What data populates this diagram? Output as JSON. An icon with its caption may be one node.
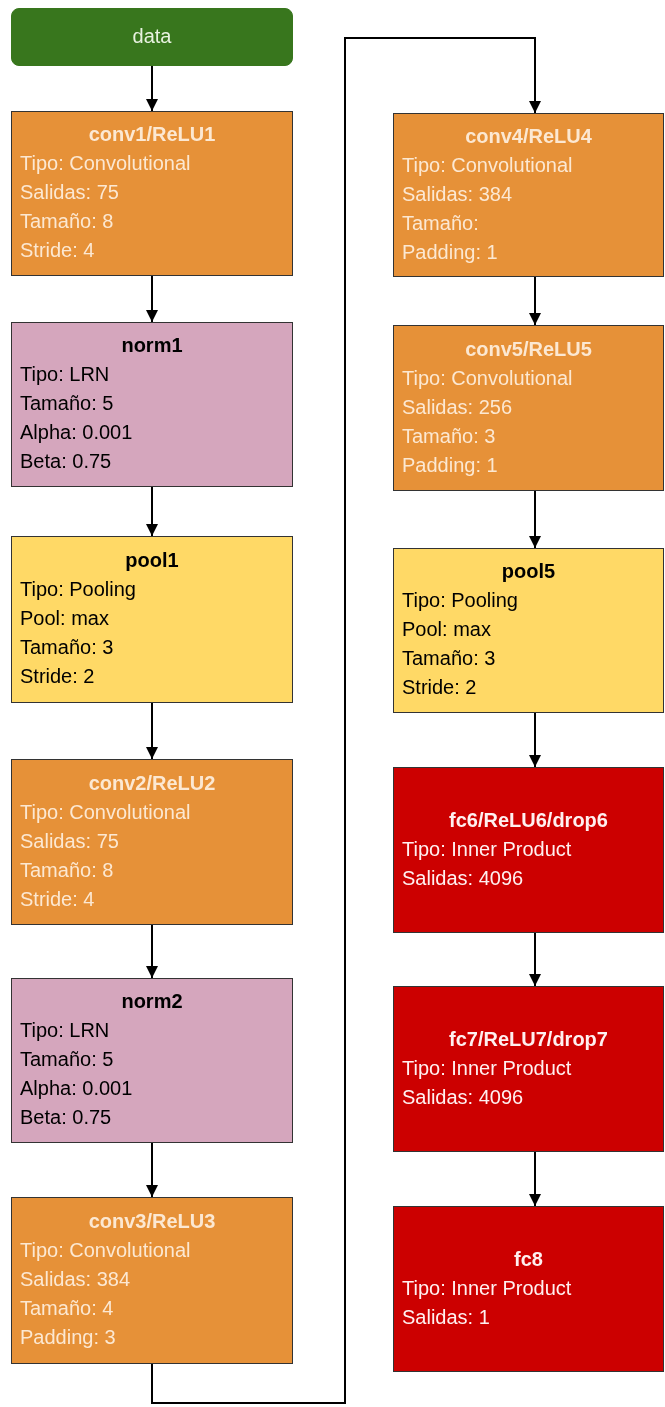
{
  "diagram": {
    "nodes": [
      {
        "text": [
          "data"
        ]
      },
      {
        "text": [
          "conv1/ReLU1",
          "Tipo: Convolutional",
          "Salidas: 75",
          "Tamaño: 8",
          "Stride: 4"
        ]
      },
      {
        "text": [
          "norm1",
          "Tipo: LRN",
          "Tamaño: 5",
          "Alpha: 0.001",
          "Beta: 0.75"
        ]
      },
      {
        "text": [
          "pool1",
          "Tipo: Pooling",
          "Pool: max",
          "Tamaño: 3",
          "Stride: 2"
        ]
      },
      {
        "text": [
          "conv2/ReLU2",
          "Tipo: Convolutional",
          "Salidas: 75",
          "Tamaño: 8",
          "Stride: 4"
        ]
      },
      {
        "text": [
          "norm2",
          "Tipo: LRN",
          "Tamaño: 5",
          "Alpha: 0.001",
          "Beta: 0.75"
        ]
      },
      {
        "text": [
          "conv3/ReLU3",
          "Tipo: Convolutional",
          "Salidas: 384",
          "Tamaño: 4",
          "Padding: 3"
        ]
      },
      {
        "text": [
          "conv4/ReLU4",
          "Tipo: Convolutional",
          "Salidas: 384",
          "Tamaño:",
          "Padding: 1"
        ]
      },
      {
        "text": [
          "conv5/ReLU5",
          "Tipo: Convolutional",
          "Salidas: 256",
          "Tamaño: 3",
          "Padding: 1"
        ]
      },
      {
        "text": [
          "pool5",
          "Tipo: Pooling",
          "Pool: max",
          "Tamaño: 3",
          "Stride: 2"
        ]
      },
      {
        "text": [
          "fc6/ReLU6/drop6",
          "Tipo: Inner Product",
          "Salidas: 4096"
        ]
      },
      {
        "text": [
          "fc7/ReLU7/drop7",
          "Tipo: Inner Product",
          "Salidas: 4096"
        ]
      },
      {
        "text": [
          "fc8",
          "Tipo: Inner Product",
          "Salidas: 1"
        ]
      }
    ],
    "edges": [
      {
        "from": 0,
        "to": 1,
        "arrow": "to"
      },
      {
        "from": 1,
        "to": 2,
        "arrow": "to"
      },
      {
        "from": 2,
        "to": 3,
        "arrow": "to"
      },
      {
        "from": 3,
        "to": 4,
        "arrow": "to"
      },
      {
        "from": 4,
        "to": 5,
        "arrow": "to"
      },
      {
        "from": 5,
        "to": 6,
        "arrow": "to"
      },
      {
        "from": 6,
        "to": 7,
        "arrow": "to"
      },
      {
        "from": 7,
        "to": 8,
        "arrow": "to"
      },
      {
        "from": 8,
        "to": 9,
        "arrow": "to"
      },
      {
        "from": 9,
        "to": 10,
        "arrow": "to"
      },
      {
        "from": 10,
        "to": 11,
        "arrow": "to"
      },
      {
        "from": 11,
        "to": 12,
        "arrow": "to"
      }
    ]
  }
}
